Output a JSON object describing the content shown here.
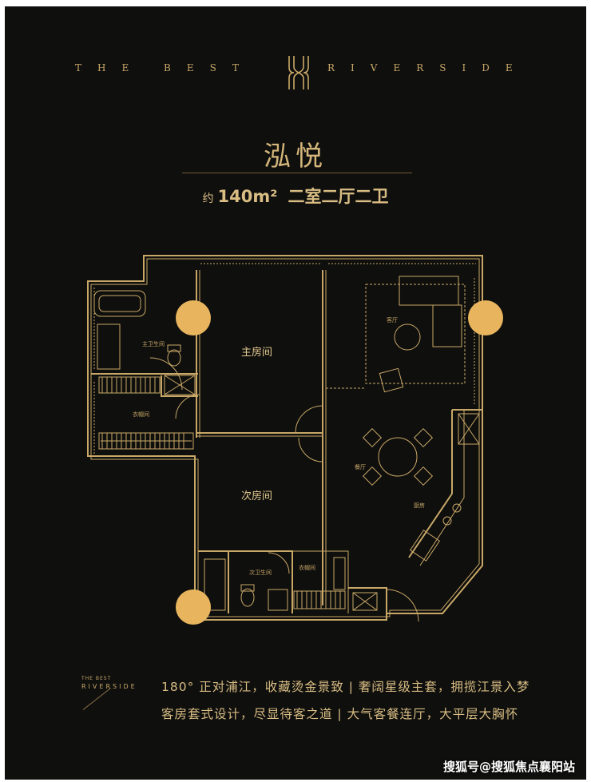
{
  "brand": {
    "left_text": "THE BEST",
    "right_text": "RIVERSIDE",
    "logo_icon": "riverside-monogram"
  },
  "header": {
    "title": "泓悦",
    "area_prefix": "约",
    "area": "140m²",
    "layout": "二室二厅二卫"
  },
  "floorplan": {
    "rooms": {
      "master_bedroom": "主房间",
      "second_bedroom": "次房间",
      "master_bath": "主卫生间",
      "walk_in_closet": "衣帽间",
      "living_room": "客厅",
      "dining_room": "餐厅",
      "kitchen": "厨房",
      "second_bath": "次卫生间",
      "second_closet": "衣帽间"
    },
    "accent_color": "#c9a867",
    "marker_color": "#e8b55e"
  },
  "footer": {
    "logo_line1": "THE BEST",
    "logo_line2": "RIVERSIDE",
    "features_line1": "180° 正对浦江，收藏烫金景致 | 奢阔星级主套，拥揽江景入梦",
    "features_line2": "客房套式设计，尽显待客之道 | 大气客餐连厅，大平层大胸怀"
  },
  "watermark": "搜狐号@搜狐焦点襄阳站",
  "colors": {
    "background": "#0f0f0e",
    "gold": "#c9a867"
  }
}
